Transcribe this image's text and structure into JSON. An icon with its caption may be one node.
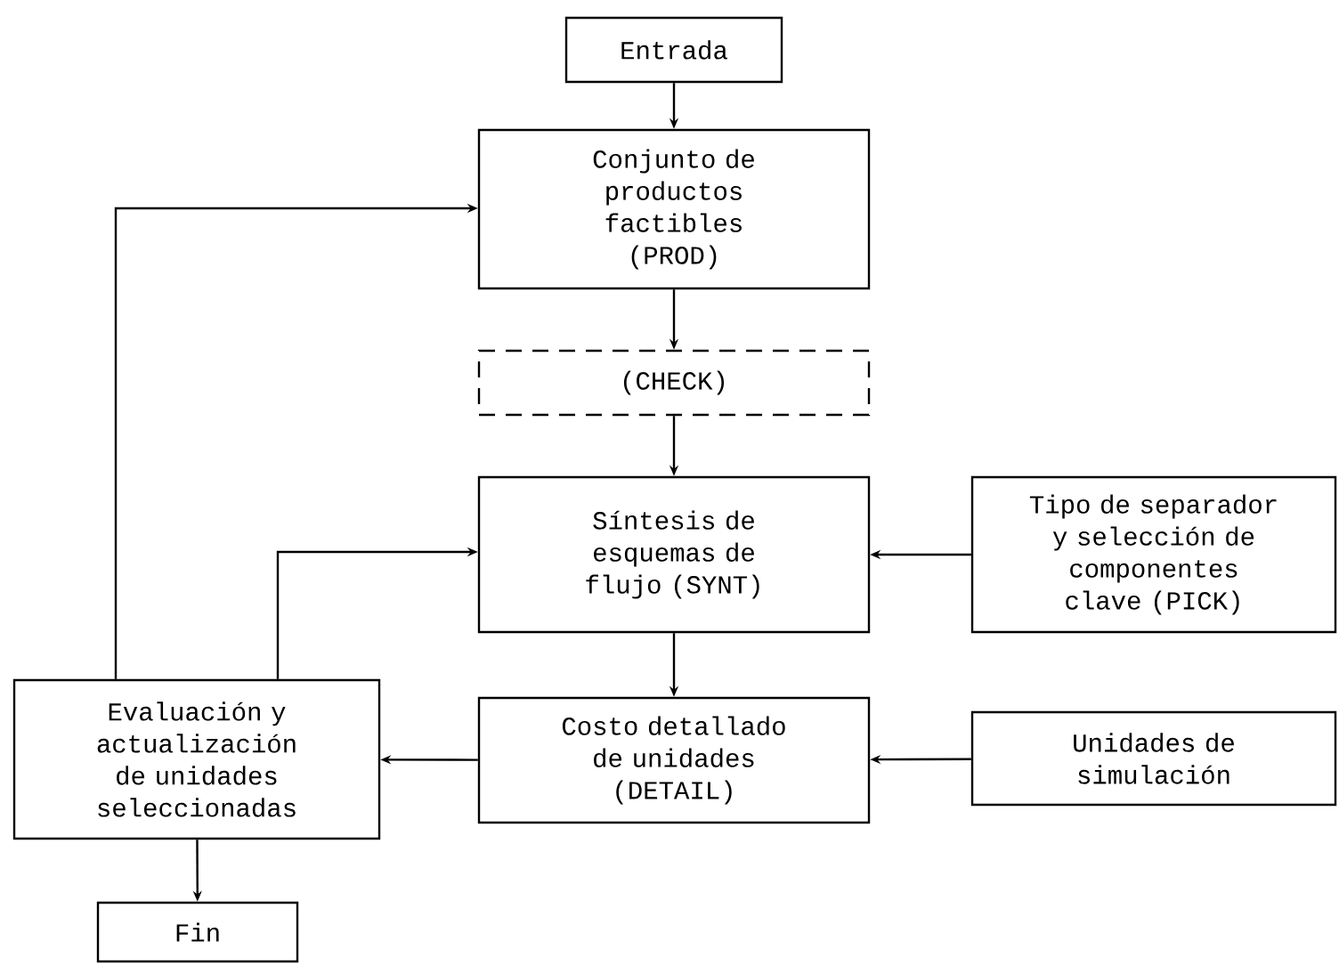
{
  "diagram": {
    "nodes": [
      {
        "text": [
          "Entrada"
        ]
      },
      {
        "text": [
          "Conjunto de productos factibles (PROD)"
        ]
      },
      {
        "text": [
          "(CHECK)"
        ]
      },
      {
        "text": [
          "Síntesis de esquemas de flujo (SYNT)"
        ]
      },
      {
        "text": [
          "Tipo de separador y selección de componentes clave (PICK)"
        ]
      },
      {
        "text": [
          "Costo detallado de unidades (DETAIL)"
        ]
      },
      {
        "text": [
          "Unidades de simulación"
        ]
      },
      {
        "text": [
          "Evaluación y actualización de unidades seleccionadas"
        ]
      },
      {
        "text": [
          "Fin"
        ]
      }
    ],
    "edges": [
      {
        "from": 0,
        "to": 1,
        "arrow": "to"
      },
      {
        "from": 1,
        "to": 2,
        "arrow": "to"
      },
      {
        "from": 2,
        "to": 3,
        "arrow": "to"
      },
      {
        "from": 4,
        "to": 3,
        "arrow": "to"
      },
      {
        "from": 3,
        "to": 5,
        "arrow": "to"
      },
      {
        "from": 6,
        "to": 5,
        "arrow": "to"
      },
      {
        "from": 5,
        "to": 7,
        "arrow": "to"
      },
      {
        "from": 7,
        "to": 8,
        "arrow": "to"
      },
      {
        "from": 7,
        "to": 1,
        "arrow": "to"
      },
      {
        "from": 7,
        "to": 3,
        "arrow": "to"
      }
    ]
  }
}
